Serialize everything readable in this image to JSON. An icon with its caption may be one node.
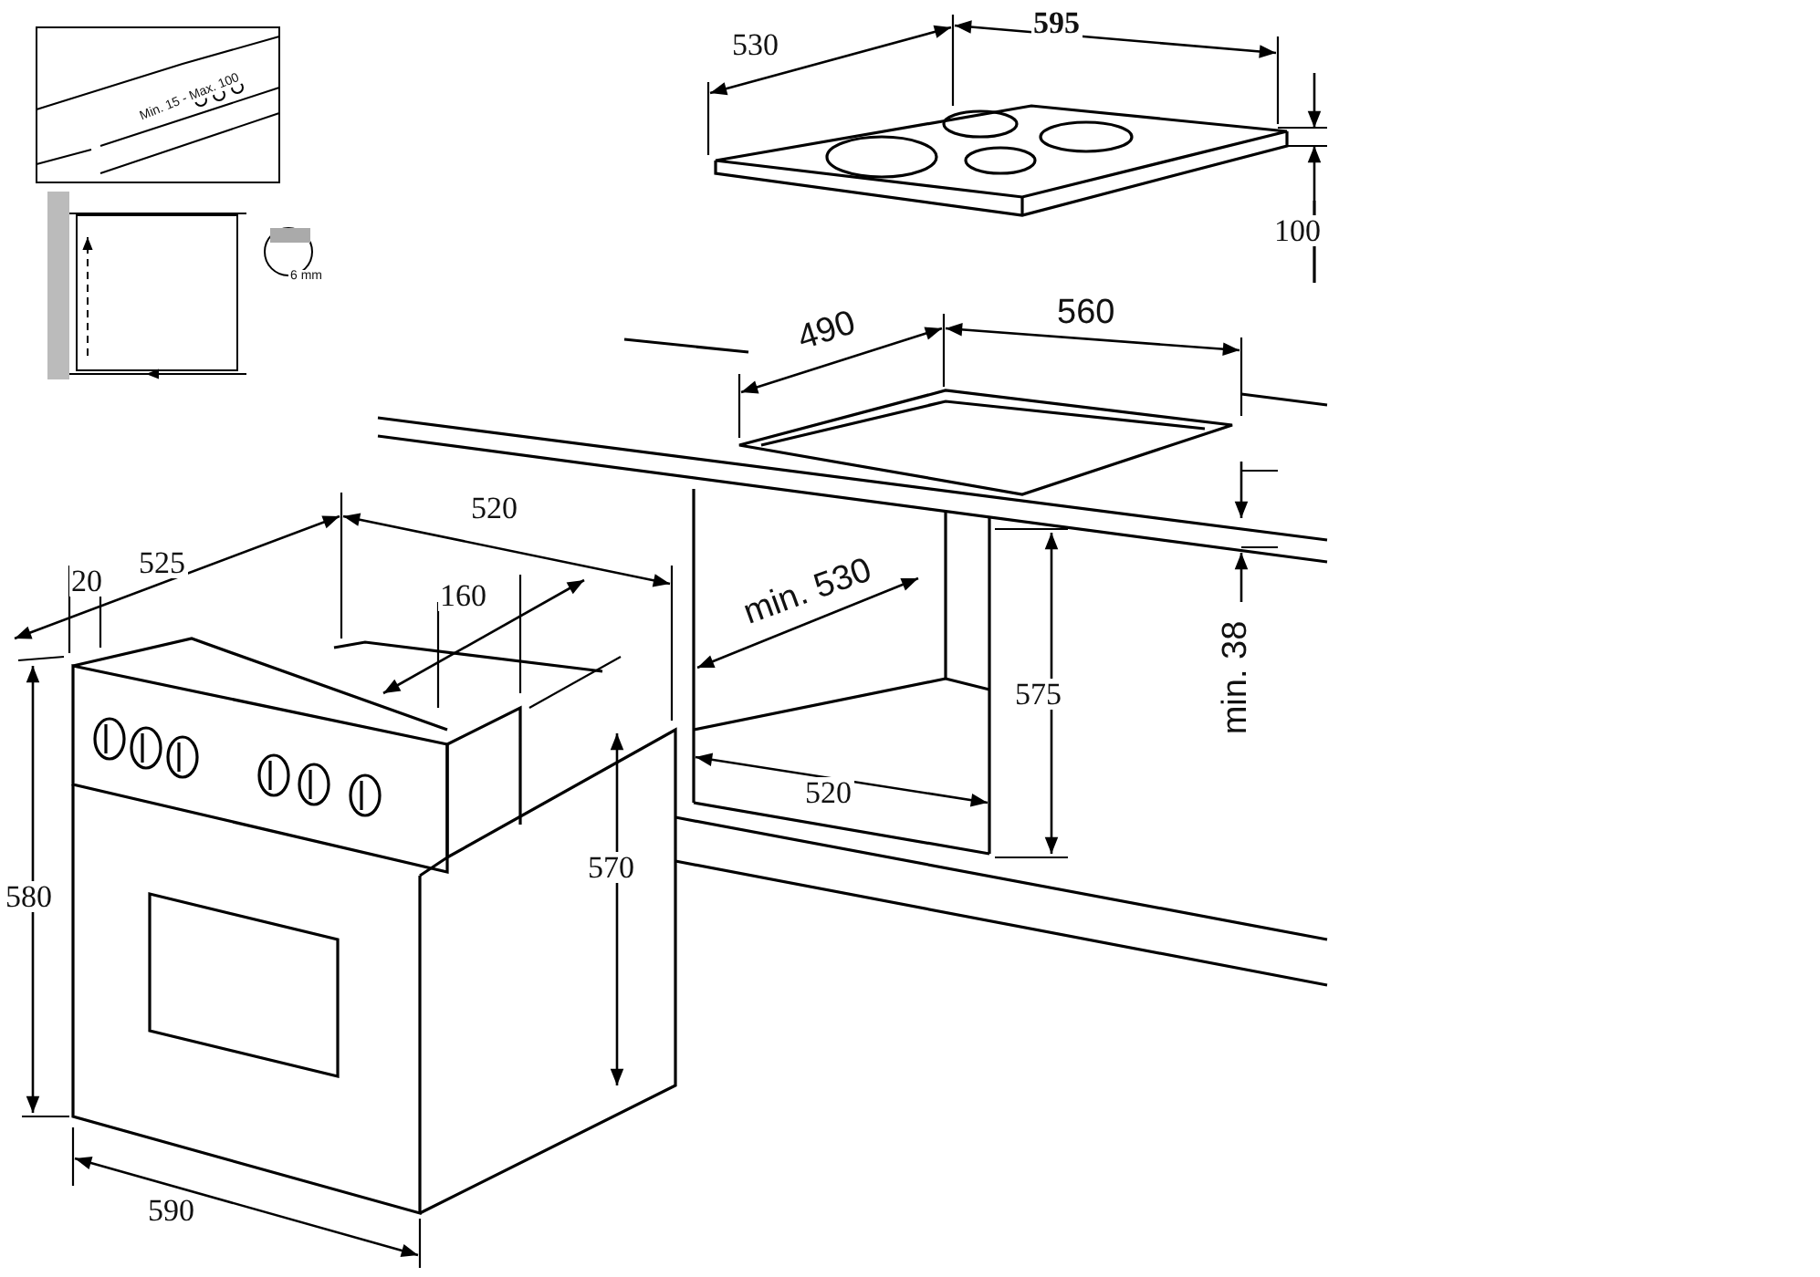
{
  "diagram": {
    "labels": [
      "530",
      "595",
      "Min. 15 - Max. 100",
      "100",
      "6 mm",
      "490",
      "560",
      "520",
      "20",
      "525",
      "160",
      "min. 530",
      "min. 38",
      "575",
      "520",
      "570",
      "580",
      "590"
    ]
  }
}
